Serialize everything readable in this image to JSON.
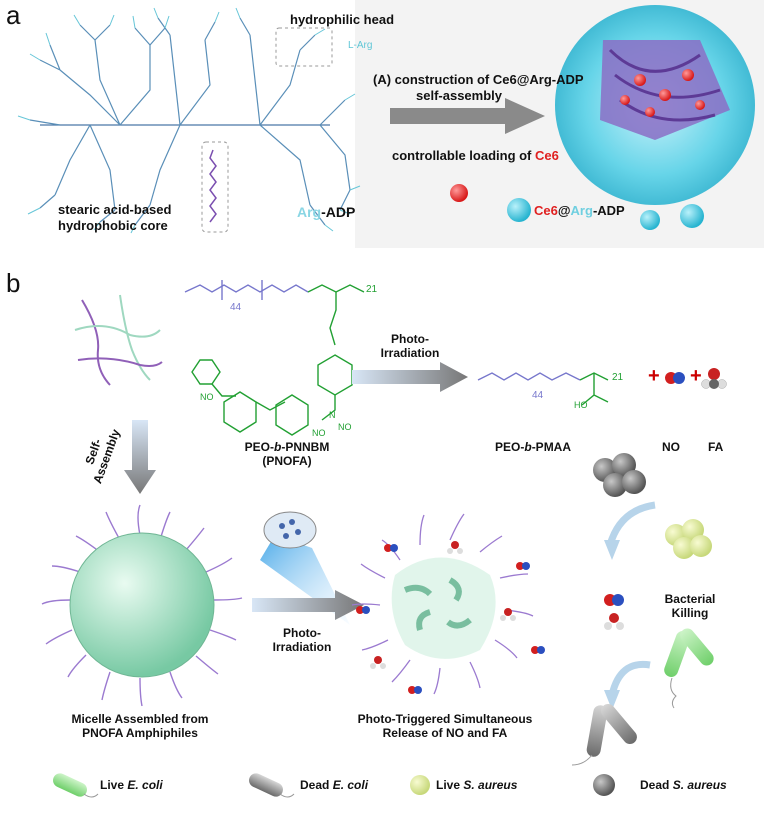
{
  "panel_a": {
    "letter": "a",
    "hydrophilic_head": "hydrophilic head",
    "l_arg": "L-Arg",
    "core_line1": "stearic acid-based",
    "core_line2": "hydrophobic core",
    "arg_adp_prefix": "Arg",
    "arg_adp_suffix": "-ADP",
    "construction": "(A) construction of Ce6@Arg-ADP",
    "self_assembly": "self-assembly",
    "loading_prefix": "controllable loading of ",
    "loading_ce6": "Ce6",
    "product_ce6": "Ce6",
    "product_at": "@",
    "product_arg": "Arg",
    "product_suffix": "-ADP"
  },
  "panel_b": {
    "letter": "b",
    "peo_44": "44",
    "peo_21": "21",
    "no2_a": "NO",
    "no2_b": "NO",
    "n_label": "N",
    "no_label": "NO",
    "photo_irr_top_1": "Photo-",
    "photo_irr_top_2": "Irradiation",
    "pmaa_44": "44",
    "pmaa_21": "21",
    "ho": "HO",
    "plus": "+",
    "peo_pnnbm_1": "PEO-",
    "peo_pnnbm_b": "b",
    "peo_pnnbm_2": "-PNNBM",
    "pnofa": "(PNOFA)",
    "peo_pmaa_1": "PEO-",
    "peo_pmaa_b": "b",
    "peo_pmaa_2": "-PMAA",
    "no": "NO",
    "fa": "FA",
    "self_assembly_1": "Self-",
    "self_assembly_2": "Assembly",
    "photo_irr_mid_1": "Photo-",
    "photo_irr_mid_2": "Irradiation",
    "micelle_1": "Micelle Assembled from",
    "micelle_2": "PNOFA Amphiphiles",
    "release_1": "Photo-Triggered Simultaneous",
    "release_2": "Release of NO and FA",
    "bacterial_1": "Bacterial",
    "bacterial_2": "Killing"
  },
  "legend": [
    {
      "prefix": "Live ",
      "species": "E. coli"
    },
    {
      "prefix": "Dead ",
      "species": "E. coli"
    },
    {
      "prefix": "Live ",
      "species": "S. aureus"
    },
    {
      "prefix": "Dead ",
      "species": "S. aureus"
    }
  ],
  "colors": {
    "arg_cyan": "#5fc6d6",
    "ce6_red": "#e02020",
    "peo_purple": "#7777cc",
    "pnnbm_green": "#22a033",
    "micelle_green": "#a8e2c8",
    "arrow_gray": "#8a8a8a"
  }
}
